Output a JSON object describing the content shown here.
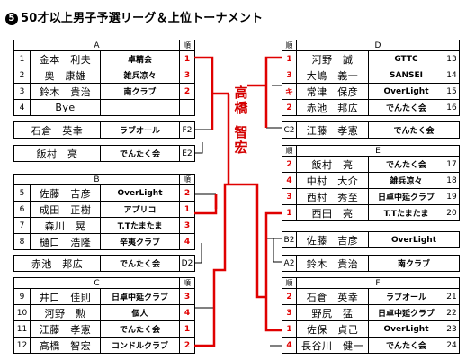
{
  "title": {
    "circle_num": "5",
    "text": "50才以上男子予選リーグ＆上位トーナメント"
  },
  "rank_header": "順",
  "champion": {
    "surname": [
      "高",
      "橋"
    ],
    "given": [
      "智",
      "宏"
    ]
  },
  "left": {
    "groups": [
      {
        "label": "A",
        "rows": [
          {
            "no": "1",
            "name": "金本　利夫",
            "club": "卓精会",
            "rank": "1"
          },
          {
            "no": "2",
            "name": "奥　康雄",
            "club": "雑兵凉々",
            "rank": "3"
          },
          {
            "no": "3",
            "name": "鈴木　貴治",
            "club": "南クラブ",
            "rank": "2"
          },
          {
            "no": "4",
            "name": "Bye",
            "club": "",
            "rank": ""
          }
        ]
      },
      {
        "label": "B",
        "rows": [
          {
            "no": "5",
            "name": "佐藤　吉彦",
            "club": "OverLight",
            "rank": "2"
          },
          {
            "no": "6",
            "name": "成田　正樹",
            "club": "アプリコ",
            "rank": "1"
          },
          {
            "no": "7",
            "name": "森川　晃",
            "club": "T.Tたまたま",
            "rank": "3"
          },
          {
            "no": "8",
            "name": "樋口　浩隆",
            "club": "辛夷クラブ",
            "rank": "4"
          }
        ]
      },
      {
        "label": "C",
        "rows": [
          {
            "no": "9",
            "name": "井口　佳則",
            "club": "日卓中延クラブ",
            "rank": "3"
          },
          {
            "no": "10",
            "name": "河野　勲",
            "club": "個人",
            "rank": "4"
          },
          {
            "no": "11",
            "name": "江藤　孝憲",
            "club": "でんたく会",
            "rank": "1"
          },
          {
            "no": "12",
            "name": "高橋　智宏",
            "club": "コンドルクラブ",
            "rank": "2"
          }
        ]
      }
    ],
    "seeds": [
      {
        "name": "石倉　英幸",
        "club": "ラブオール",
        "code": "F2"
      },
      {
        "name": "飯村　亮",
        "club": "でんたく会",
        "code": "E2"
      },
      {
        "name": "赤池　邦広",
        "club": "でんたく会",
        "code": "D2"
      }
    ]
  },
  "right": {
    "groups": [
      {
        "label": "D",
        "rows": [
          {
            "no": "13",
            "name": "河野　誠",
            "club": "GTTC",
            "rank": "1"
          },
          {
            "no": "14",
            "name": "大嶋　義一",
            "club": "SANSEI",
            "rank": "3"
          },
          {
            "no": "15",
            "name": "常津　保彦",
            "club": "OverLight",
            "rank": "キ"
          },
          {
            "no": "16",
            "name": "赤池　邦広",
            "club": "でんたく会",
            "rank": "2"
          }
        ]
      },
      {
        "label": "E",
        "rows": [
          {
            "no": "17",
            "name": "飯村　亮",
            "club": "でんたく会",
            "rank": "2"
          },
          {
            "no": "18",
            "name": "中村　大介",
            "club": "雑兵凉々",
            "rank": "4"
          },
          {
            "no": "19",
            "name": "西村　秀至",
            "club": "日卓中延クラブ",
            "rank": "3"
          },
          {
            "no": "20",
            "name": "西田　亮",
            "club": "T.Tたまたま",
            "rank": "1"
          }
        ]
      },
      {
        "label": "F",
        "rows": [
          {
            "no": "21",
            "name": "石倉　英幸",
            "club": "ラブオール",
            "rank": "2"
          },
          {
            "no": "22",
            "name": "野尻　猛",
            "club": "日卓中延クラブ",
            "rank": "3"
          },
          {
            "no": "23",
            "name": "佐保　貞己",
            "club": "OverLight",
            "rank": "1"
          },
          {
            "no": "24",
            "name": "長谷川　健一",
            "club": "でんたく会",
            "rank": "4"
          }
        ]
      }
    ],
    "seeds": [
      {
        "code": "C2",
        "name": "江藤　孝憲",
        "club": "でんたく会"
      },
      {
        "code": "B2",
        "name": "佐藤　吉彦",
        "club": "OverLight"
      },
      {
        "code": "A2",
        "name": "鈴木　貴治",
        "club": "南クラブ"
      }
    ]
  },
  "colors": {
    "bracket_winner": "#e00000",
    "rank_text": "#e00000"
  }
}
